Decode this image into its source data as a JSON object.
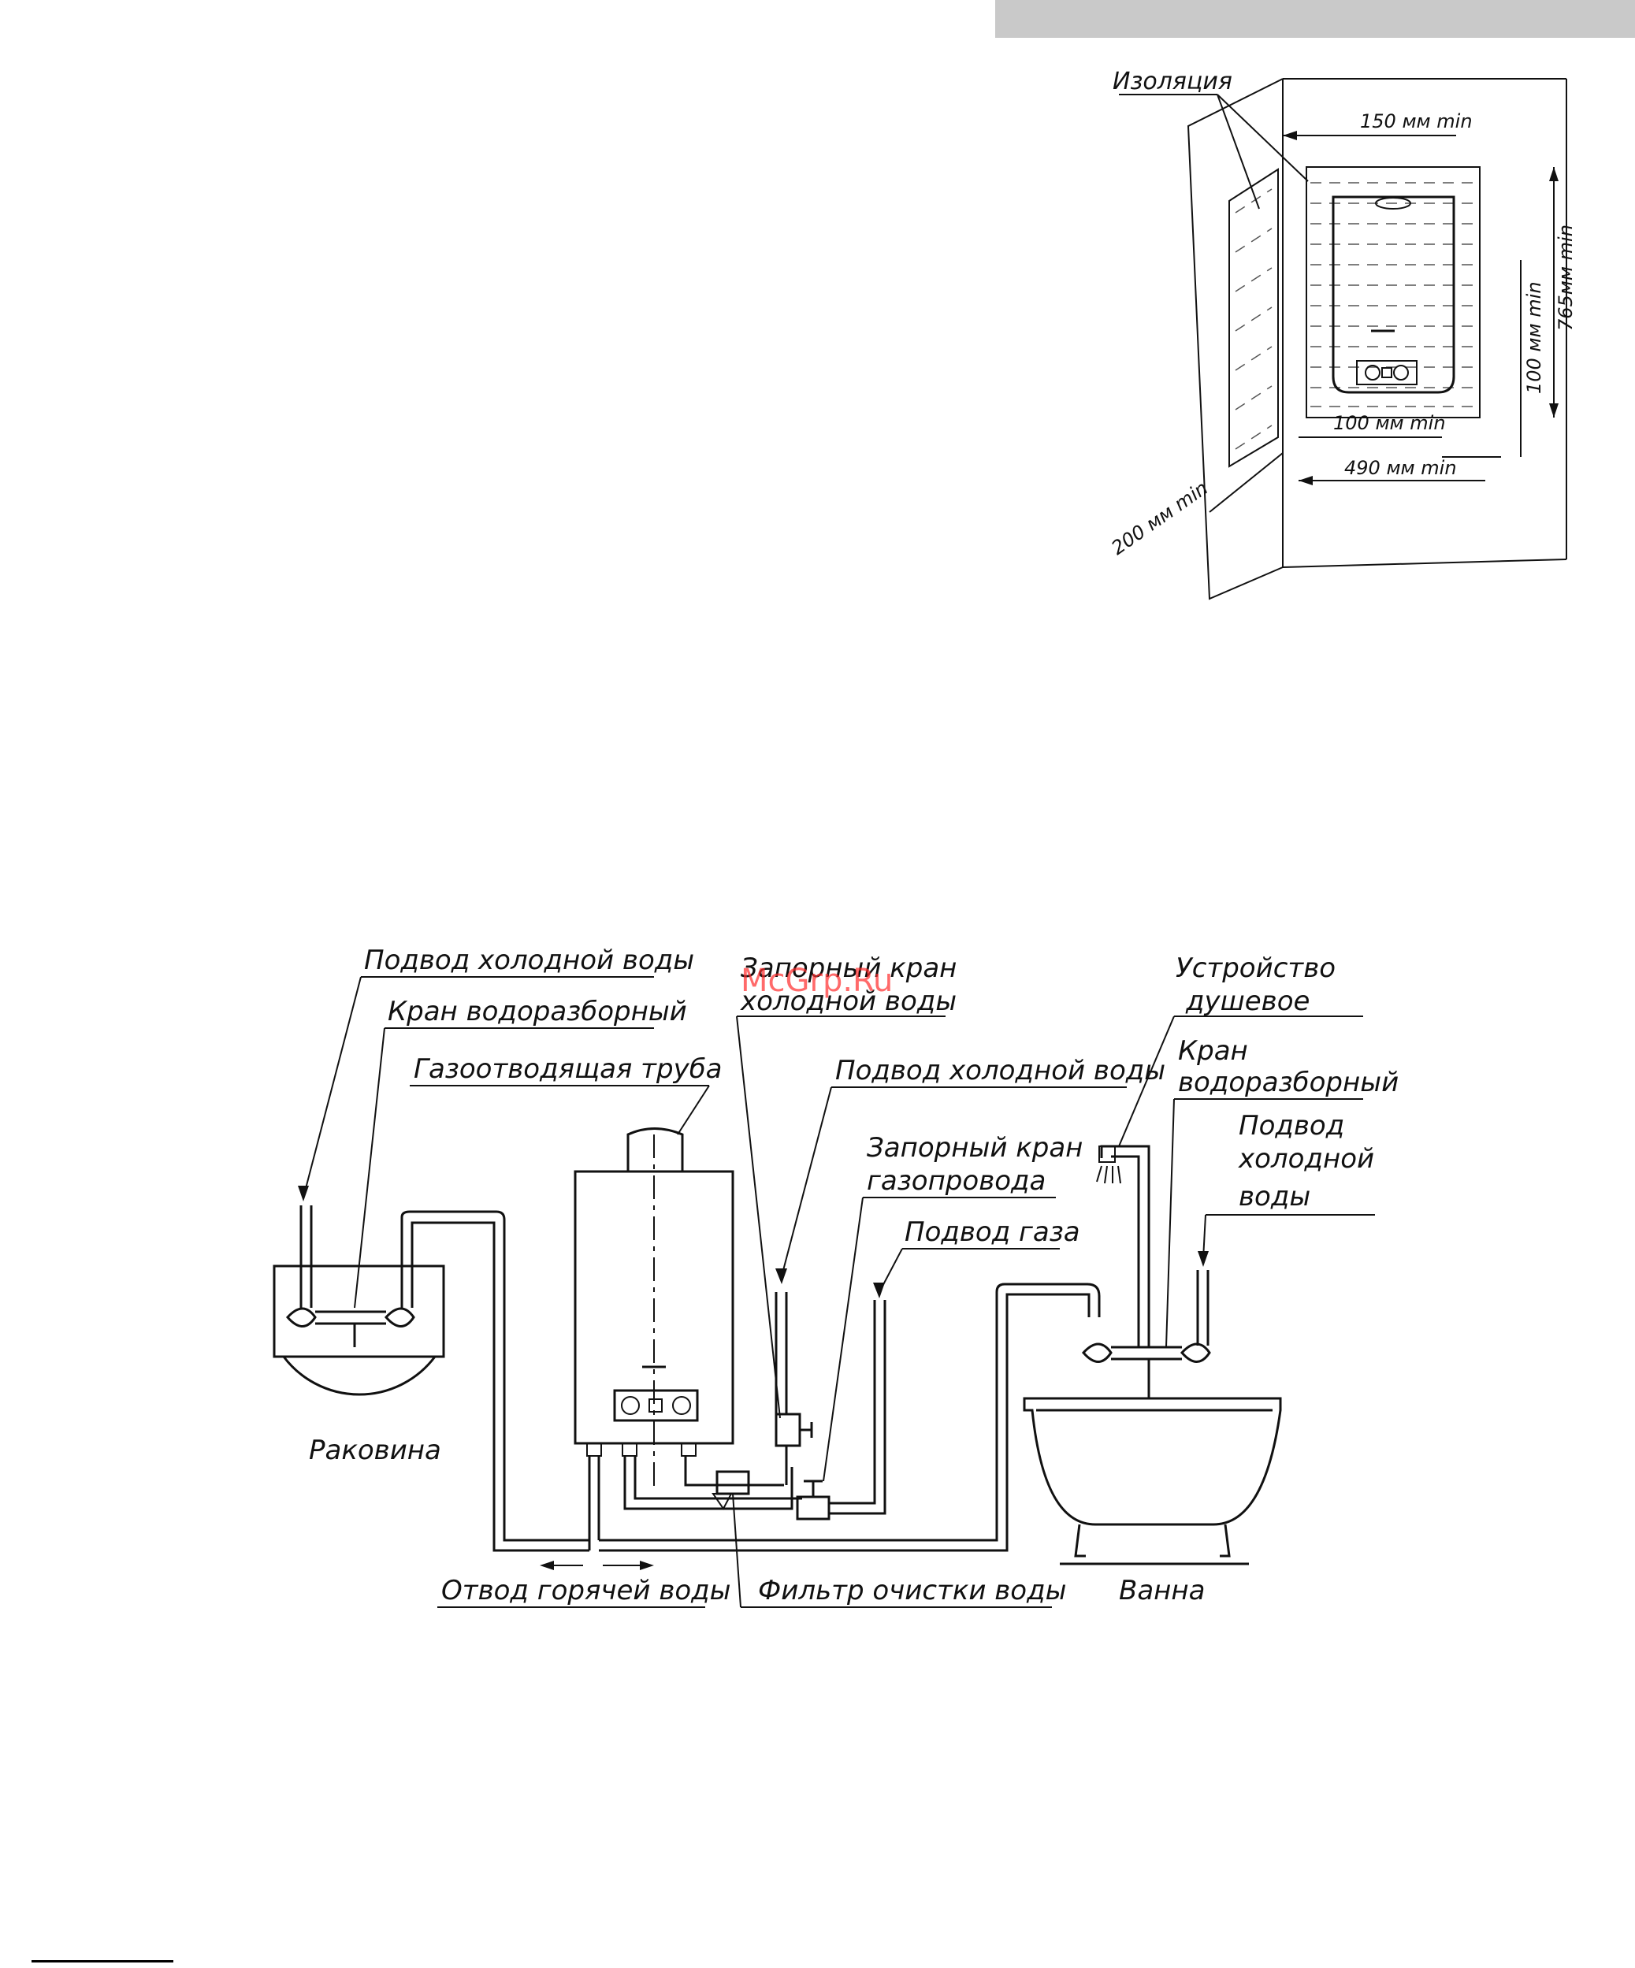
{
  "clearance": {
    "insulation": "Изоляция",
    "top": "150 мм min",
    "right_height": "765мм min",
    "inner_height": "100 мм min",
    "bottom_inner": "100 мм min",
    "bottom_width": "490 мм min",
    "side": "200 мм min"
  },
  "watermark": "McGrp.Ru",
  "scheme": {
    "cold_in_left": "Подвод холодной воды",
    "tap_left": "Кран водоразборный",
    "flue": "Газоотводящая труба",
    "stop_cold_1": "Запорный кран",
    "stop_cold_2": "холодной воды",
    "cold_in_mid": "Подвод холодной воды",
    "stop_gas_1": "Запорный кран",
    "stop_gas_2": "газопровода",
    "gas_in": "Подвод газа",
    "shower_1": "Устройство",
    "shower_2": "душевое",
    "tap_right_1": "Кран",
    "tap_right_2": "водоразборный",
    "cold_right_1": "Подвод",
    "cold_right_2": "холодной",
    "cold_right_3": "воды",
    "sink": "Раковина",
    "hot_out": "Отвод горячей воды",
    "filter": "Фильтр очистки воды",
    "bath": "Ванна"
  }
}
